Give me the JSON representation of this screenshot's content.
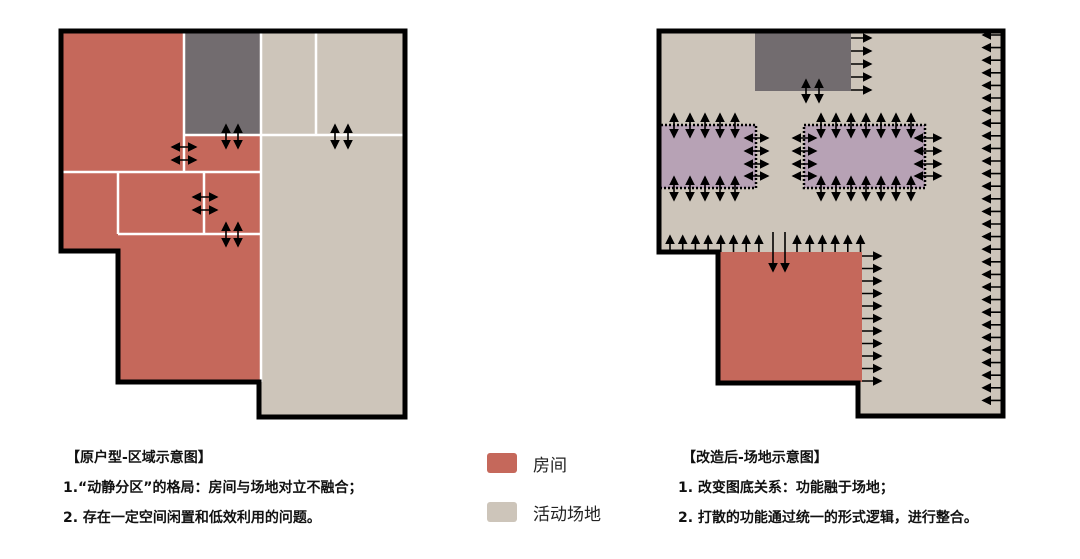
{
  "colors": {
    "room": "#c5685b",
    "activity": "#cdc5ba",
    "service": "#726c6f",
    "function": "#b7a2b5",
    "wall": "#000000"
  },
  "left": {
    "title": "【原户型-区域示意图】",
    "line1": "1.“动静分区”的格局：房间与场地对立不融合；",
    "line2": "2.   存在一定空间闲置和低效利用的问题。"
  },
  "legend": [
    {
      "label": "房间",
      "color": "#c5685b"
    },
    {
      "label": "活动场地",
      "color": "#cdc5ba"
    }
  ],
  "right": {
    "title": "【改造后-场地示意图】",
    "line1": "1. 改变图底关系：功能融于场地；",
    "line2": "2. 打散的功能通过统一的形式逻辑，进行整合。"
  }
}
